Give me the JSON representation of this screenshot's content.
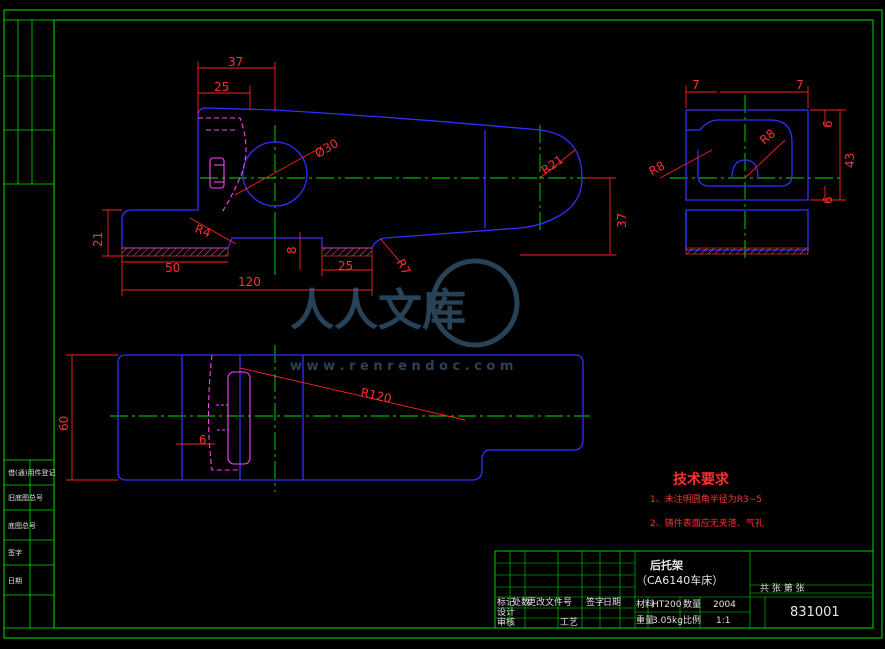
{
  "drawing": {
    "title": "后托架",
    "subtitle": "（CA6140车床）",
    "drawing_number": "831001",
    "material": "HT200",
    "weight": "3.05kg",
    "scale": "1:1",
    "quantity": "2004"
  },
  "tech_requirements": {
    "heading": "技术要求",
    "item1": "1、未注明圆角半径为R3~5",
    "item2": "2、铸件表面应无夹渣、气孔"
  },
  "watermark": {
    "brand": "人人文库",
    "url": "w w w . r e n r e n d o c . c o m"
  },
  "dimensions": {
    "d37_top": "37",
    "d25_top": "25",
    "d30": "Ø30",
    "r21": "R21",
    "d21": "21",
    "r4": "R4",
    "d8": "8",
    "d50": "50",
    "d25_bottom": "25",
    "r7": "R7",
    "d120": "120",
    "d37_right": "37",
    "d7_left": "7",
    "d7_right": "7",
    "r8_left": "R8",
    "r8_right": "R8",
    "d6_top": "6",
    "d43": "43",
    "d6_bottom": "6",
    "d60": "60",
    "r120": "R120",
    "d6_plan": "6"
  },
  "title_block_labels": {
    "mark": "标记",
    "count": "处数",
    "change_doc": "更改文件号",
    "sign": "签字",
    "date": "日期",
    "design": "设计",
    "check": "审核",
    "process": "工艺",
    "material_label": "材料",
    "weight_label": "重量",
    "qty_label": "数量",
    "scale_label": "比例",
    "sheet": "共 张 第 张"
  },
  "side_labels": {
    "s1": "借(通)用件登记",
    "s2": "旧底图总号",
    "s3": "底图总号",
    "s4": "签字",
    "s5": "日期"
  },
  "colors": {
    "outline": "#3030ff",
    "center": "#00e000",
    "dimension": "#ff3030",
    "hidden": "#ff40ff",
    "frame": "#00e000"
  }
}
